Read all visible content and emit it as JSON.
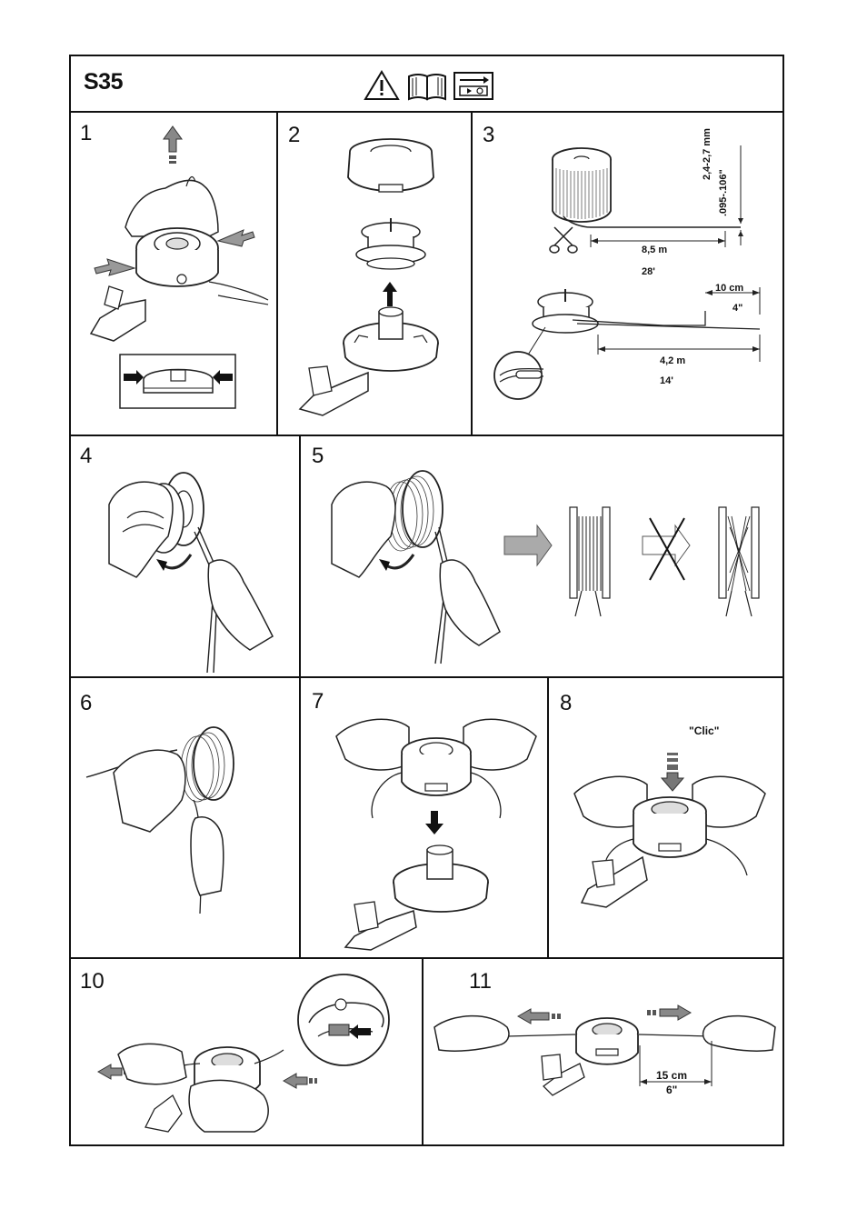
{
  "header": {
    "title": "S35",
    "icons": [
      "warning-icon",
      "manual-book-icon",
      "instruction-icon"
    ]
  },
  "panels": [
    {
      "number": "1"
    },
    {
      "number": "2"
    },
    {
      "number": "3",
      "labels": {
        "diameter_mm": "2,4-2,7 mm",
        "diameter_in": ".095-.106\"",
        "length_m": "8,5 m",
        "length_ft": "28'",
        "offset_cm": "10 cm",
        "offset_in": "4\"",
        "half_m": "4,2 m",
        "half_ft": "14'"
      }
    },
    {
      "number": "4"
    },
    {
      "number": "5"
    },
    {
      "number": "6"
    },
    {
      "number": "7"
    },
    {
      "number": "8",
      "labels": {
        "click": "\"Clic\""
      }
    },
    {
      "number": "10"
    },
    {
      "number": "11",
      "labels": {
        "length_cm": "15 cm",
        "length_in": "6\""
      }
    }
  ]
}
